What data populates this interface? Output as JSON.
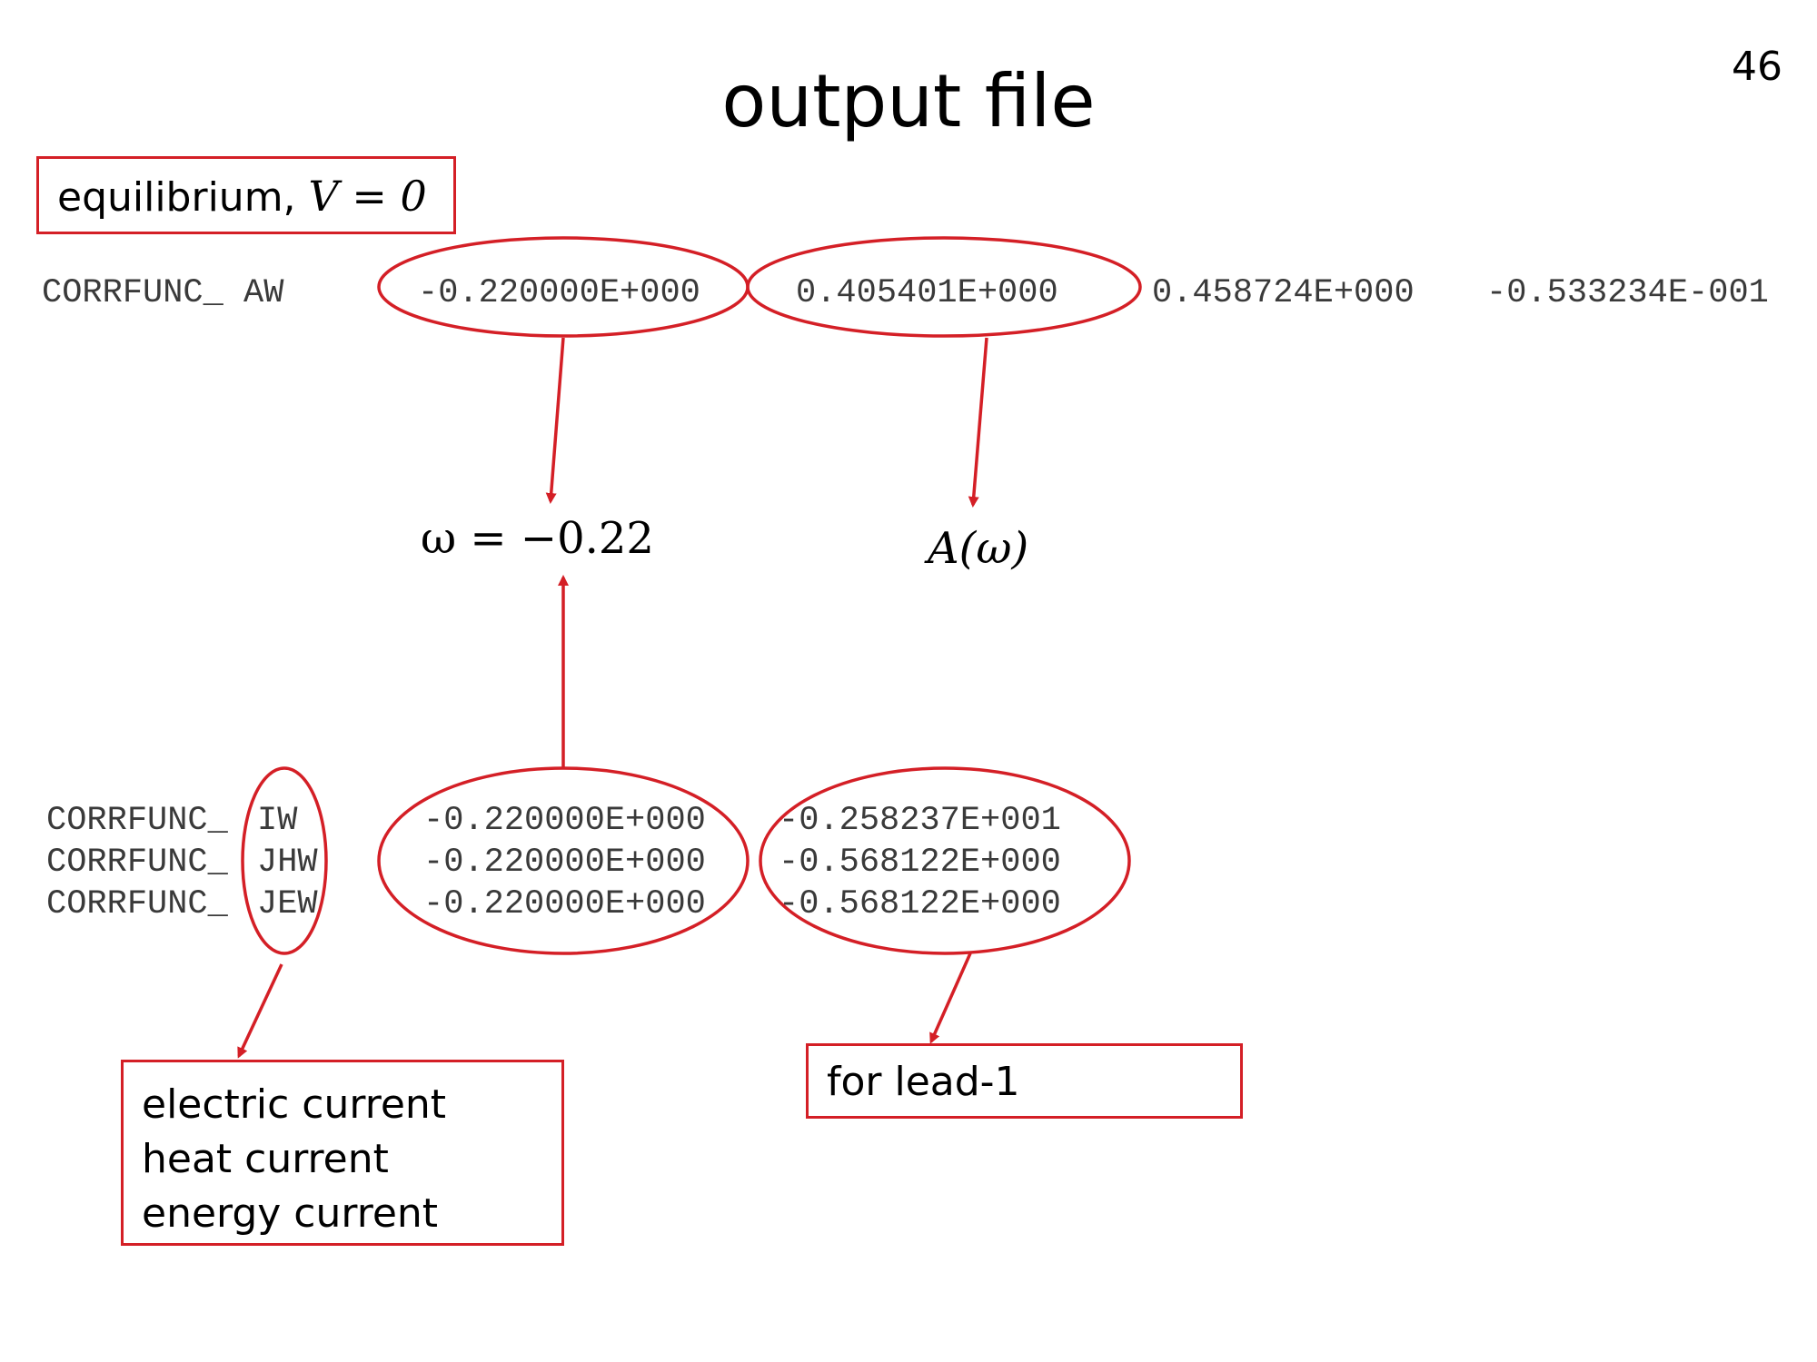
{
  "slide": {
    "title": "output file",
    "page_number": "46"
  },
  "top_label": {
    "text_prefix": "equilibrium, ",
    "math": "V = 0"
  },
  "aw_row": {
    "label": "CORRFUNC_ AW",
    "values": [
      "-0.220000E+000",
      "0.405401E+000",
      "0.458724E+000",
      "-0.533234E-001"
    ]
  },
  "annotations": {
    "omega": "ω = −0.22",
    "A_omega": "A(ω)"
  },
  "current_rows": [
    {
      "prefix": "CORRFUNC_",
      "code": "IW",
      "value1": "-0.220000E+000",
      "value2": "-0.258237E+001"
    },
    {
      "prefix": "CORRFUNC_",
      "code": "JHW",
      "value1": "-0.220000E+000",
      "value2": "-0.568122E+000"
    },
    {
      "prefix": "CORRFUNC_",
      "code": "JEW",
      "value1": "-0.220000E+000",
      "value2": "-0.568122E+000"
    }
  ],
  "currents_box": {
    "lines": [
      "electric current",
      "heat current",
      "energy current"
    ]
  },
  "lead_box": {
    "text": "for lead-1"
  },
  "colors": {
    "accent": "#d41f26",
    "mono_text": "#3a3a3a"
  }
}
